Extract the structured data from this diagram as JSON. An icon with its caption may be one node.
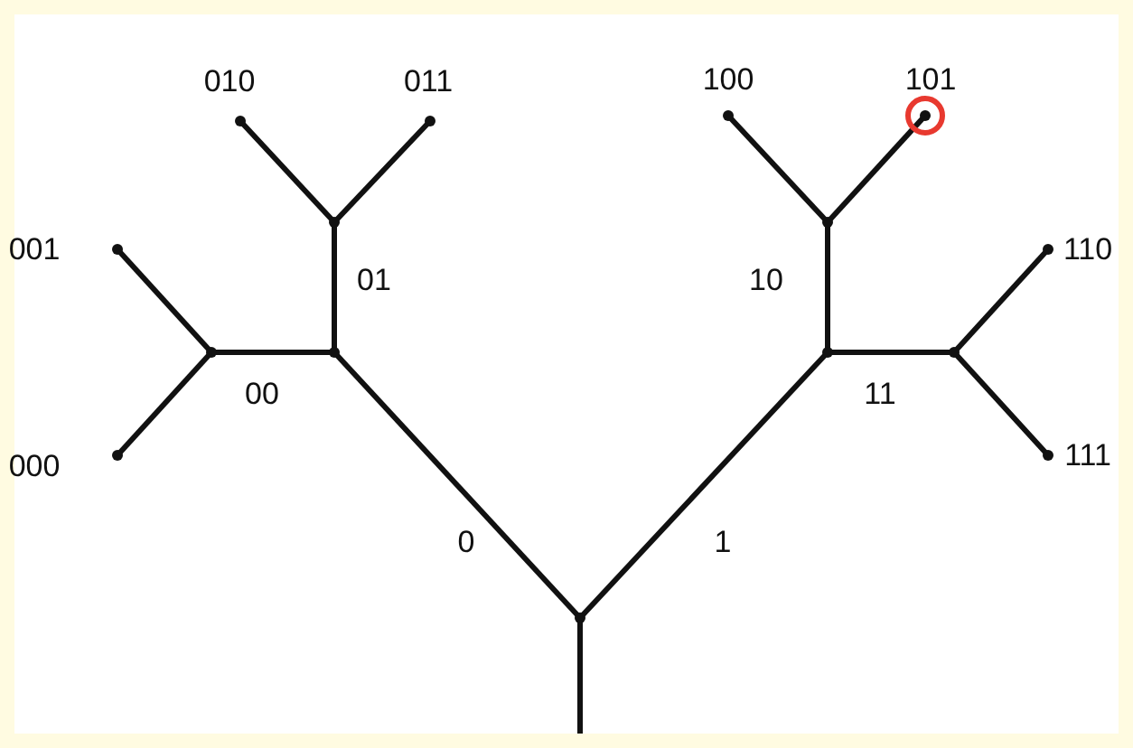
{
  "diagram": {
    "nodes": [
      {
        "text": [],
        "shape": "point"
      },
      {
        "text": [],
        "shape": "point"
      },
      {
        "text": [],
        "shape": "point"
      },
      {
        "text": [],
        "shape": "point"
      },
      {
        "text": [],
        "shape": "point"
      },
      {
        "text": [],
        "shape": "point"
      },
      {
        "text": [],
        "shape": "point"
      },
      {
        "text": [],
        "shape": "dot",
        "beside": [
          "010"
        ]
      },
      {
        "text": [],
        "shape": "dot",
        "beside": [
          "011"
        ]
      },
      {
        "text": [],
        "shape": "dot",
        "beside": [
          "100"
        ]
      },
      {
        "text": [],
        "shape": "circle",
        "beside": [
          "101"
        ]
      },
      {
        "text": [],
        "shape": "dot",
        "beside": [
          "001"
        ]
      },
      {
        "text": [],
        "shape": "dot",
        "beside": [
          "110"
        ]
      },
      {
        "text": [],
        "shape": "dot",
        "beside": [
          "000"
        ]
      },
      {
        "text": [],
        "shape": "dot",
        "beside": [
          "111"
        ]
      }
    ],
    "edges": [
      {
        "from": null,
        "to": 0,
        "arrow": "none"
      },
      {
        "from": 0,
        "to": 1,
        "arrow": "none",
        "label": "0"
      },
      {
        "from": 0,
        "to": 2,
        "arrow": "none",
        "label": "1"
      },
      {
        "from": 1,
        "to": 3,
        "arrow": "none",
        "label": "00"
      },
      {
        "from": 1,
        "to": 4,
        "arrow": "none",
        "label": "01"
      },
      {
        "from": 2,
        "to": 5,
        "arrow": "none",
        "label": "10"
      },
      {
        "from": 2,
        "to": 6,
        "arrow": "none",
        "label": "11"
      },
      {
        "from": 4,
        "to": 7,
        "arrow": "none"
      },
      {
        "from": 4,
        "to": 8,
        "arrow": "none"
      },
      {
        "from": 5,
        "to": 9,
        "arrow": "none"
      },
      {
        "from": 5,
        "to": 10,
        "arrow": "none"
      },
      {
        "from": 3,
        "to": 11,
        "arrow": "none"
      },
      {
        "from": 3,
        "to": 13,
        "arrow": "none"
      },
      {
        "from": 6,
        "to": 12,
        "arrow": "none"
      },
      {
        "from": 6,
        "to": 14,
        "arrow": "none"
      }
    ]
  }
}
